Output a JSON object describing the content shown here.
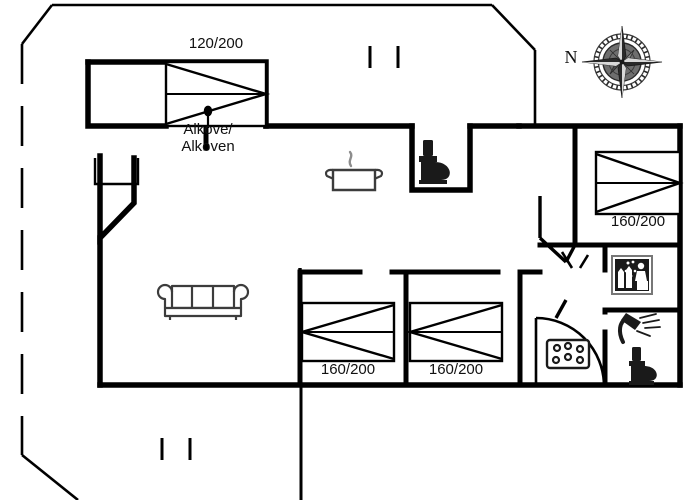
{
  "plan": {
    "type": "floor-plan",
    "title": "Holiday house floor plan",
    "stroke_color": "#000000",
    "background_color": "#ffffff",
    "furniture_color": "#3c3c3c",
    "compass": {
      "icon": "compass-rose-icon",
      "north_label": "N"
    },
    "labels": {
      "alkove_bed_size": "120/200",
      "alkove_name_line1": "Alkove/",
      "alkove_name_line2": "Alkoven",
      "bed_right_size": "160/200",
      "bed_center_left_size": "160/200",
      "bed_center_right_size": "160/200"
    },
    "rooms": [
      {
        "name": "alcove-room",
        "bed_size": "120/200",
        "bed_label": "Alkove/\nAlkoven"
      },
      {
        "name": "living-room",
        "furniture": [
          "sofa-icon"
        ]
      },
      {
        "name": "kitchen",
        "furniture": [
          "cooking-pot-icon"
        ]
      },
      {
        "name": "wc-room",
        "furniture": [
          "toilet-icon"
        ]
      },
      {
        "name": "bedroom-right",
        "bed_size": "160/200"
      },
      {
        "name": "bedroom-center-left",
        "bed_size": "160/200"
      },
      {
        "name": "bedroom-center-right",
        "bed_size": "160/200"
      },
      {
        "name": "utility-room",
        "furniture": [
          "washing-machine-icon"
        ]
      },
      {
        "name": "bathroom",
        "furniture": [
          "shower-icon",
          "toilet-icon"
        ]
      },
      {
        "name": "entrance-hall",
        "furniture": [
          "stove-icon"
        ]
      }
    ],
    "icons": [
      "compass-rose-icon",
      "cooking-pot-icon",
      "toilet-icon",
      "sofa-icon",
      "washing-machine-icon",
      "shower-icon",
      "stove-icon",
      "bed-icon"
    ]
  }
}
